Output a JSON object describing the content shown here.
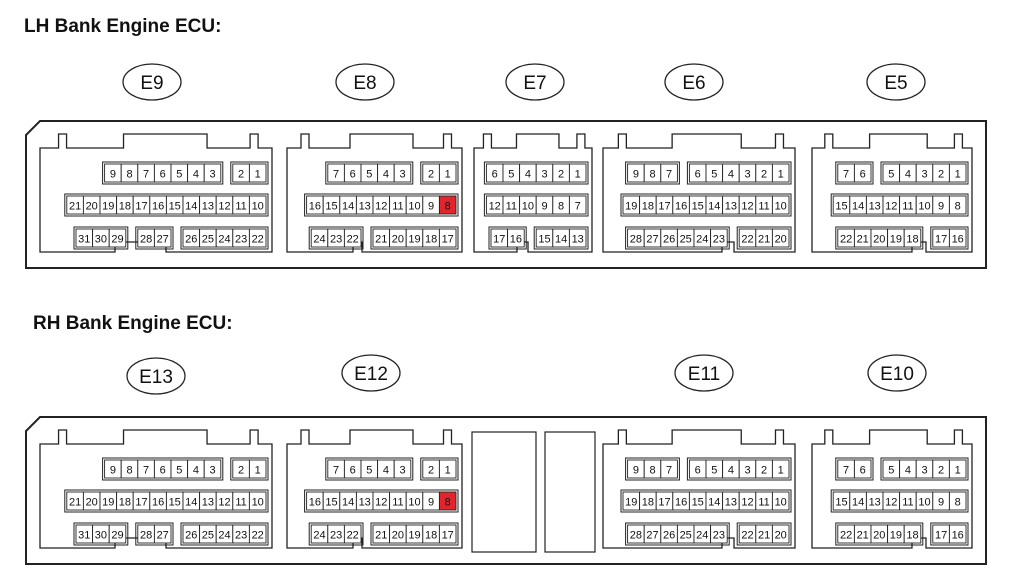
{
  "titles": {
    "lh": "LH Bank Engine ECU:",
    "rh": "RH Bank Engine ECU:"
  },
  "highlight_color": "#e0262c",
  "connectors": {
    "E9": {
      "label": "E9",
      "rows": [
        [
          "9",
          "8",
          "7",
          "6",
          "5",
          "4",
          "3",
          "_",
          "2",
          "1"
        ],
        [
          "21",
          "20",
          "19",
          "18",
          "17",
          "16",
          "15",
          "14",
          "13",
          "12",
          "11",
          "10"
        ],
        [
          "31",
          "30",
          "29",
          "_",
          "28",
          "27",
          "_",
          "26",
          "25",
          "24",
          "23",
          "22"
        ]
      ]
    },
    "E8": {
      "label": "E8",
      "rows": [
        [
          "7",
          "6",
          "5",
          "4",
          "3",
          "_",
          "2",
          "1"
        ],
        [
          "16",
          "15",
          "14",
          "13",
          "12",
          "11",
          "10",
          "9",
          "8"
        ],
        [
          "24",
          "23",
          "22",
          "_",
          "21",
          "20",
          "19",
          "18",
          "17"
        ]
      ],
      "highlight": [
        "8"
      ]
    },
    "E7": {
      "label": "E7",
      "rows": [
        [
          "6",
          "5",
          "4",
          "3",
          "2",
          "1"
        ],
        [
          "12",
          "11",
          "10",
          "9",
          "8",
          "7"
        ],
        [
          "17",
          "16",
          "_",
          "15",
          "14",
          "13"
        ]
      ]
    },
    "E6": {
      "label": "E6",
      "rows": [
        [
          "9",
          "8",
          "7",
          "_",
          "6",
          "5",
          "4",
          "3",
          "2",
          "1"
        ],
        [
          "19",
          "18",
          "17",
          "16",
          "15",
          "14",
          "13",
          "12",
          "11",
          "10"
        ],
        [
          "28",
          "27",
          "26",
          "25",
          "24",
          "23",
          "_",
          "22",
          "21",
          "20"
        ]
      ]
    },
    "E5": {
      "label": "E5",
      "rows": [
        [
          "7",
          "6",
          "_",
          "5",
          "4",
          "3",
          "2",
          "1"
        ],
        [
          "15",
          "14",
          "13",
          "12",
          "11",
          "10",
          "9",
          "8"
        ],
        [
          "22",
          "21",
          "20",
          "19",
          "18",
          "_",
          "17",
          "16"
        ]
      ]
    },
    "E13": {
      "label": "E13",
      "rows": [
        [
          "9",
          "8",
          "7",
          "6",
          "5",
          "4",
          "3",
          "_",
          "2",
          "1"
        ],
        [
          "21",
          "20",
          "19",
          "18",
          "17",
          "16",
          "15",
          "14",
          "13",
          "12",
          "11",
          "10"
        ],
        [
          "31",
          "30",
          "29",
          "_",
          "28",
          "27",
          "_",
          "26",
          "25",
          "24",
          "23",
          "22"
        ]
      ]
    },
    "E12": {
      "label": "E12",
      "rows": [
        [
          "7",
          "6",
          "5",
          "4",
          "3",
          "_",
          "2",
          "1"
        ],
        [
          "16",
          "15",
          "14",
          "13",
          "12",
          "11",
          "10",
          "9",
          "8"
        ],
        [
          "24",
          "23",
          "22",
          "_",
          "21",
          "20",
          "19",
          "18",
          "17"
        ]
      ],
      "highlight": [
        "8"
      ]
    },
    "E11": {
      "label": "E11",
      "rows": [
        [
          "9",
          "8",
          "7",
          "_",
          "6",
          "5",
          "4",
          "3",
          "2",
          "1"
        ],
        [
          "19",
          "18",
          "17",
          "16",
          "15",
          "14",
          "13",
          "12",
          "11",
          "10"
        ],
        [
          "28",
          "27",
          "26",
          "25",
          "24",
          "23",
          "_",
          "22",
          "21",
          "20"
        ]
      ]
    },
    "E10": {
      "label": "E10",
      "rows": [
        [
          "7",
          "6",
          "_",
          "5",
          "4",
          "3",
          "2",
          "1"
        ],
        [
          "15",
          "14",
          "13",
          "12",
          "11",
          "10",
          "9",
          "8"
        ],
        [
          "22",
          "21",
          "20",
          "19",
          "18",
          "_",
          "17",
          "16"
        ]
      ]
    }
  }
}
